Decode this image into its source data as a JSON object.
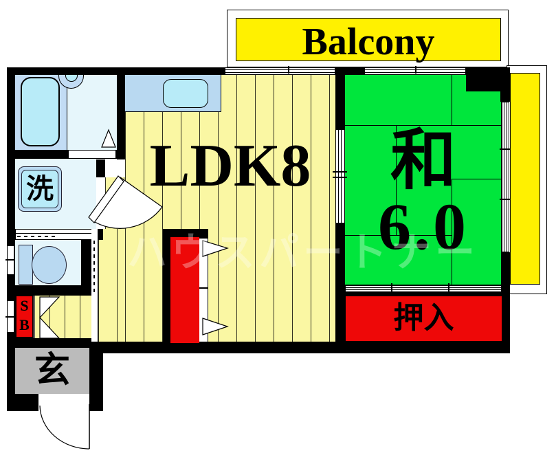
{
  "document": {
    "type": "apartment-floor-plan"
  },
  "labels": {
    "balcony": "Balcony",
    "ldk": "LDK8",
    "japanese_room": "和",
    "japanese_room_size": "6.0",
    "closet": "押入",
    "laundry": "洗",
    "entrance": "玄",
    "shoe_box_top": "S",
    "shoe_box_bottom": "B",
    "watermark": "ハウスパートナー"
  },
  "rooms": [
    {
      "name": "balcony-top",
      "label": "Balcony",
      "color": "#FFF100"
    },
    {
      "name": "balcony-side",
      "label": "",
      "color": "#FFF100"
    },
    {
      "name": "ldk",
      "label": "LDK8",
      "floor_color": "#FAF7A3"
    },
    {
      "name": "japanese-room",
      "label": "和 6.0",
      "floor_color": "#00E63C"
    },
    {
      "name": "closet-oshiire",
      "label": "押入",
      "color": "#EE0808"
    },
    {
      "name": "bathroom",
      "label": "",
      "color": "#C2DCF4"
    },
    {
      "name": "washroom",
      "label": "洗",
      "color": "#E6F6FB"
    },
    {
      "name": "toilet",
      "label": "",
      "color": "#E6F6FB"
    },
    {
      "name": "shoe-box",
      "label": "SB",
      "color": "#EE0808"
    },
    {
      "name": "entrance-genkan",
      "label": "玄",
      "color": "#BBBBBB"
    }
  ],
  "colors": {
    "wall": "#000000",
    "balcony_yellow": "#FFF100",
    "ldk_floor": "#FAF7A3",
    "tatami_green": "#00E63C",
    "closet_red": "#EE0808",
    "bath_blue": "#C2DCF4",
    "fixture_cyan": "#B8EBF8",
    "counter_blue": "#B9D9F1",
    "genkan_gray": "#BBBBBB"
  }
}
